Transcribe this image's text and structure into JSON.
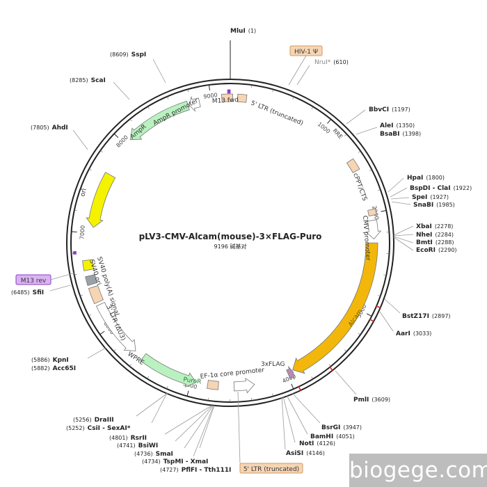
{
  "plasmid": {
    "name": "pLV3-CMV-Alcam(mouse)-3×FLAG-Puro",
    "size_label": "9196 碱基对",
    "length_bp": 9196
  },
  "ticks": [
    {
      "bp": 1000,
      "label": "1000"
    },
    {
      "bp": 2000,
      "label": "2000"
    },
    {
      "bp": 3000,
      "label": "3000"
    },
    {
      "bp": 4000,
      "label": "4000"
    },
    {
      "bp": 5000,
      "label": "5000"
    },
    {
      "bp": 6000,
      "label": "6000"
    },
    {
      "bp": 7000,
      "label": "7000"
    },
    {
      "bp": 8000,
      "label": "8000"
    },
    {
      "bp": 9000,
      "label": "9000"
    }
  ],
  "features": [
    {
      "id": "ltr5-truncated",
      "label": "5' LTR (truncated)",
      "start": 9110,
      "end": 9220,
      "type": "box",
      "color": "#f6d5b5"
    },
    {
      "id": "hiv-psi",
      "label": "HIV-1 Ψ",
      "start": 9270,
      "end": 9360,
      "type": "box",
      "color": "#f6d5b5"
    },
    {
      "id": "rre",
      "label": "RRE",
      "start": 1420,
      "end": 1540,
      "type": "box",
      "color": "#f6d5b5"
    },
    {
      "id": "cppt-cts",
      "label": "cPPT/CTS",
      "start": 1960,
      "end": 2020,
      "type": "box",
      "color": "#f6d5b5"
    },
    {
      "id": "cmv-promoter",
      "label": "CMV promoter",
      "start": 2070,
      "end": 2260,
      "type": "arrow",
      "dir": 1,
      "color": "#ffffff"
    },
    {
      "id": "alcam",
      "label": "Alcam",
      "start": 2300,
      "end": 3930,
      "type": "arrow",
      "dir": 1,
      "color": "#f2b70a"
    },
    {
      "id": "flag",
      "label": "3xFLAG",
      "start": 3935,
      "end": 3990,
      "type": "arrow",
      "dir": -1,
      "color": "#b58ab5"
    },
    {
      "id": "ef1a-core",
      "label": "EF-1α core promoter",
      "start": 4350,
      "end": 4560,
      "type": "arrow",
      "dir": -1,
      "color": "#ffffff"
    },
    {
      "id": "ltr5-truncated-2",
      "label": "5' LTR (truncated)",
      "start": 4720,
      "end": 4830,
      "type": "box",
      "color": "#f6d5b5"
    },
    {
      "id": "puror",
      "label": "PuroR",
      "start": 4950,
      "end": 5550,
      "type": "arrow",
      "dir": -1,
      "color": "#b9f2c0"
    },
    {
      "id": "wpre",
      "label": "WPRE",
      "start": 5650,
      "end": 6250,
      "type": "arrow",
      "dir": -1,
      "color": "#ffffff"
    },
    {
      "id": "ltr3",
      "label": "3' LTR (ΔU3)",
      "start": 6280,
      "end": 6440,
      "type": "box",
      "color": "#f6d5b5"
    },
    {
      "id": "sv40-polya",
      "label": "SV40 poly(A) signal",
      "start": 6470,
      "end": 6560,
      "type": "box",
      "color": "#9aa1a8"
    },
    {
      "id": "sv40-ori",
      "label": "SV40 ori",
      "start": 6620,
      "end": 6720,
      "type": "box",
      "color": "#f5f200"
    },
    {
      "id": "m13rev",
      "label": "M13 rev",
      "start": 6790,
      "end": 6815,
      "type": "primer",
      "color": "#8a3fc7"
    },
    {
      "id": "ori",
      "label": "ori",
      "start": 7060,
      "end": 7650,
      "type": "arrow",
      "dir": -1,
      "color": "#f5f200"
    },
    {
      "id": "ampr",
      "label": "AmpR",
      "start": 8070,
      "end": 8760,
      "type": "arrow",
      "dir": -1,
      "color": "#b9f2c0"
    },
    {
      "id": "ampr-promoter",
      "label": "AmpR promoter",
      "start": 8770,
      "end": 8880,
      "type": "arrow",
      "dir": -1,
      "color": "#ffffff"
    },
    {
      "id": "m13fwd",
      "label": "M13 fwd",
      "start": 9170,
      "end": 9196,
      "type": "primer",
      "color": "#8a3fc7"
    }
  ],
  "feature_label_text": {
    "m13fwd": "M13 fwd",
    "ltr5": "5' LTR (truncated)",
    "rre": "RRE",
    "cppt": "cPPT/CTS",
    "cmv": "CMV promoter",
    "alcam": "Alcam",
    "flag": "3xFLAG",
    "ef1a": "EF-1α core promoter",
    "puror": "PuroR",
    "wpre": "WPRE",
    "ltr3": "3' LTR (ΔU3)",
    "sv40polya": "SV40 poly(A) signal",
    "sv40ori": "SV40 ori",
    "ori": "ori",
    "ampr": "AmpR",
    "amprprom": "AmpR promoter"
  },
  "sites": [
    {
      "id": "mlui",
      "name": "MluI",
      "pos": "(1)"
    },
    {
      "id": "nrui",
      "name": "NruI*",
      "pos": "(610)"
    },
    {
      "id": "bbvci",
      "name": "BbvCI",
      "pos": "(1197)"
    },
    {
      "id": "alei",
      "name": "AleI",
      "pos": "(1350)"
    },
    {
      "id": "bsabi",
      "name": "BsaBI",
      "pos": "(1398)"
    },
    {
      "id": "hpai",
      "name": "HpaI",
      "pos": "(1800)"
    },
    {
      "id": "bspdi",
      "name": "BspDI - ClaI",
      "pos": "(1922)"
    },
    {
      "id": "spei",
      "name": "SpeI",
      "pos": "(1927)"
    },
    {
      "id": "snabi",
      "name": "SnaBI",
      "pos": "(1985)"
    },
    {
      "id": "xbai",
      "name": "XbaI",
      "pos": "(2278)"
    },
    {
      "id": "nhei",
      "name": "NheI",
      "pos": "(2284)"
    },
    {
      "id": "bmti",
      "name": "BmtI",
      "pos": "(2288)"
    },
    {
      "id": "ecori",
      "name": "EcoRI",
      "pos": "(2290)"
    },
    {
      "id": "bstz17i",
      "name": "BstZ17I",
      "pos": "(2897)"
    },
    {
      "id": "aari",
      "name": "AarI",
      "pos": "(3033)"
    },
    {
      "id": "pmli",
      "name": "PmlI",
      "pos": "(3609)"
    },
    {
      "id": "bsrgi",
      "name": "BsrGI",
      "pos": "(3947)"
    },
    {
      "id": "bamhi",
      "name": "BamHI",
      "pos": "(4051)"
    },
    {
      "id": "noti",
      "name": "NotI",
      "pos": "(4126)"
    },
    {
      "id": "asisi",
      "name": "AsiSI",
      "pos": "(4146)"
    },
    {
      "id": "pflfi",
      "name": "PflFI - Tth111I",
      "pos": "(4727)"
    },
    {
      "id": "tspmi",
      "name": "TspMI - XmaI",
      "pos": "(4734)"
    },
    {
      "id": "smai",
      "name": "SmaI",
      "pos": "(4736)"
    },
    {
      "id": "bsiwi",
      "name": "BsiWI",
      "pos": "(4741)"
    },
    {
      "id": "rsrii",
      "name": "RsrII",
      "pos": "(4801)"
    },
    {
      "id": "csii",
      "name": "CsiI - SexAI*",
      "pos": "(5252)"
    },
    {
      "id": "draiii",
      "name": "DraIII",
      "pos": "(5256)"
    },
    {
      "id": "acc65i",
      "name": "Acc65I",
      "pos": "(5882)"
    },
    {
      "id": "kpni",
      "name": "KpnI",
      "pos": "(5886)"
    },
    {
      "id": "sfii",
      "name": "SfiI",
      "pos": "(6485)"
    },
    {
      "id": "ahdi",
      "name": "AhdI",
      "pos": "(7805)"
    },
    {
      "id": "scai",
      "name": "ScaI",
      "pos": "(8285)"
    },
    {
      "id": "sspi",
      "name": "SspI",
      "pos": "(8609)"
    }
  ],
  "callouts": {
    "hiv_psi": "HIV-1 Ψ",
    "m13_rev": "M13 rev",
    "ltr_bottom": "5' LTR (truncated)"
  },
  "watermark": "biogege.com",
  "colors": {
    "ring": "#222222",
    "enzyme_highlight": "#cc2222",
    "feature_box": "#f6d5b5"
  }
}
